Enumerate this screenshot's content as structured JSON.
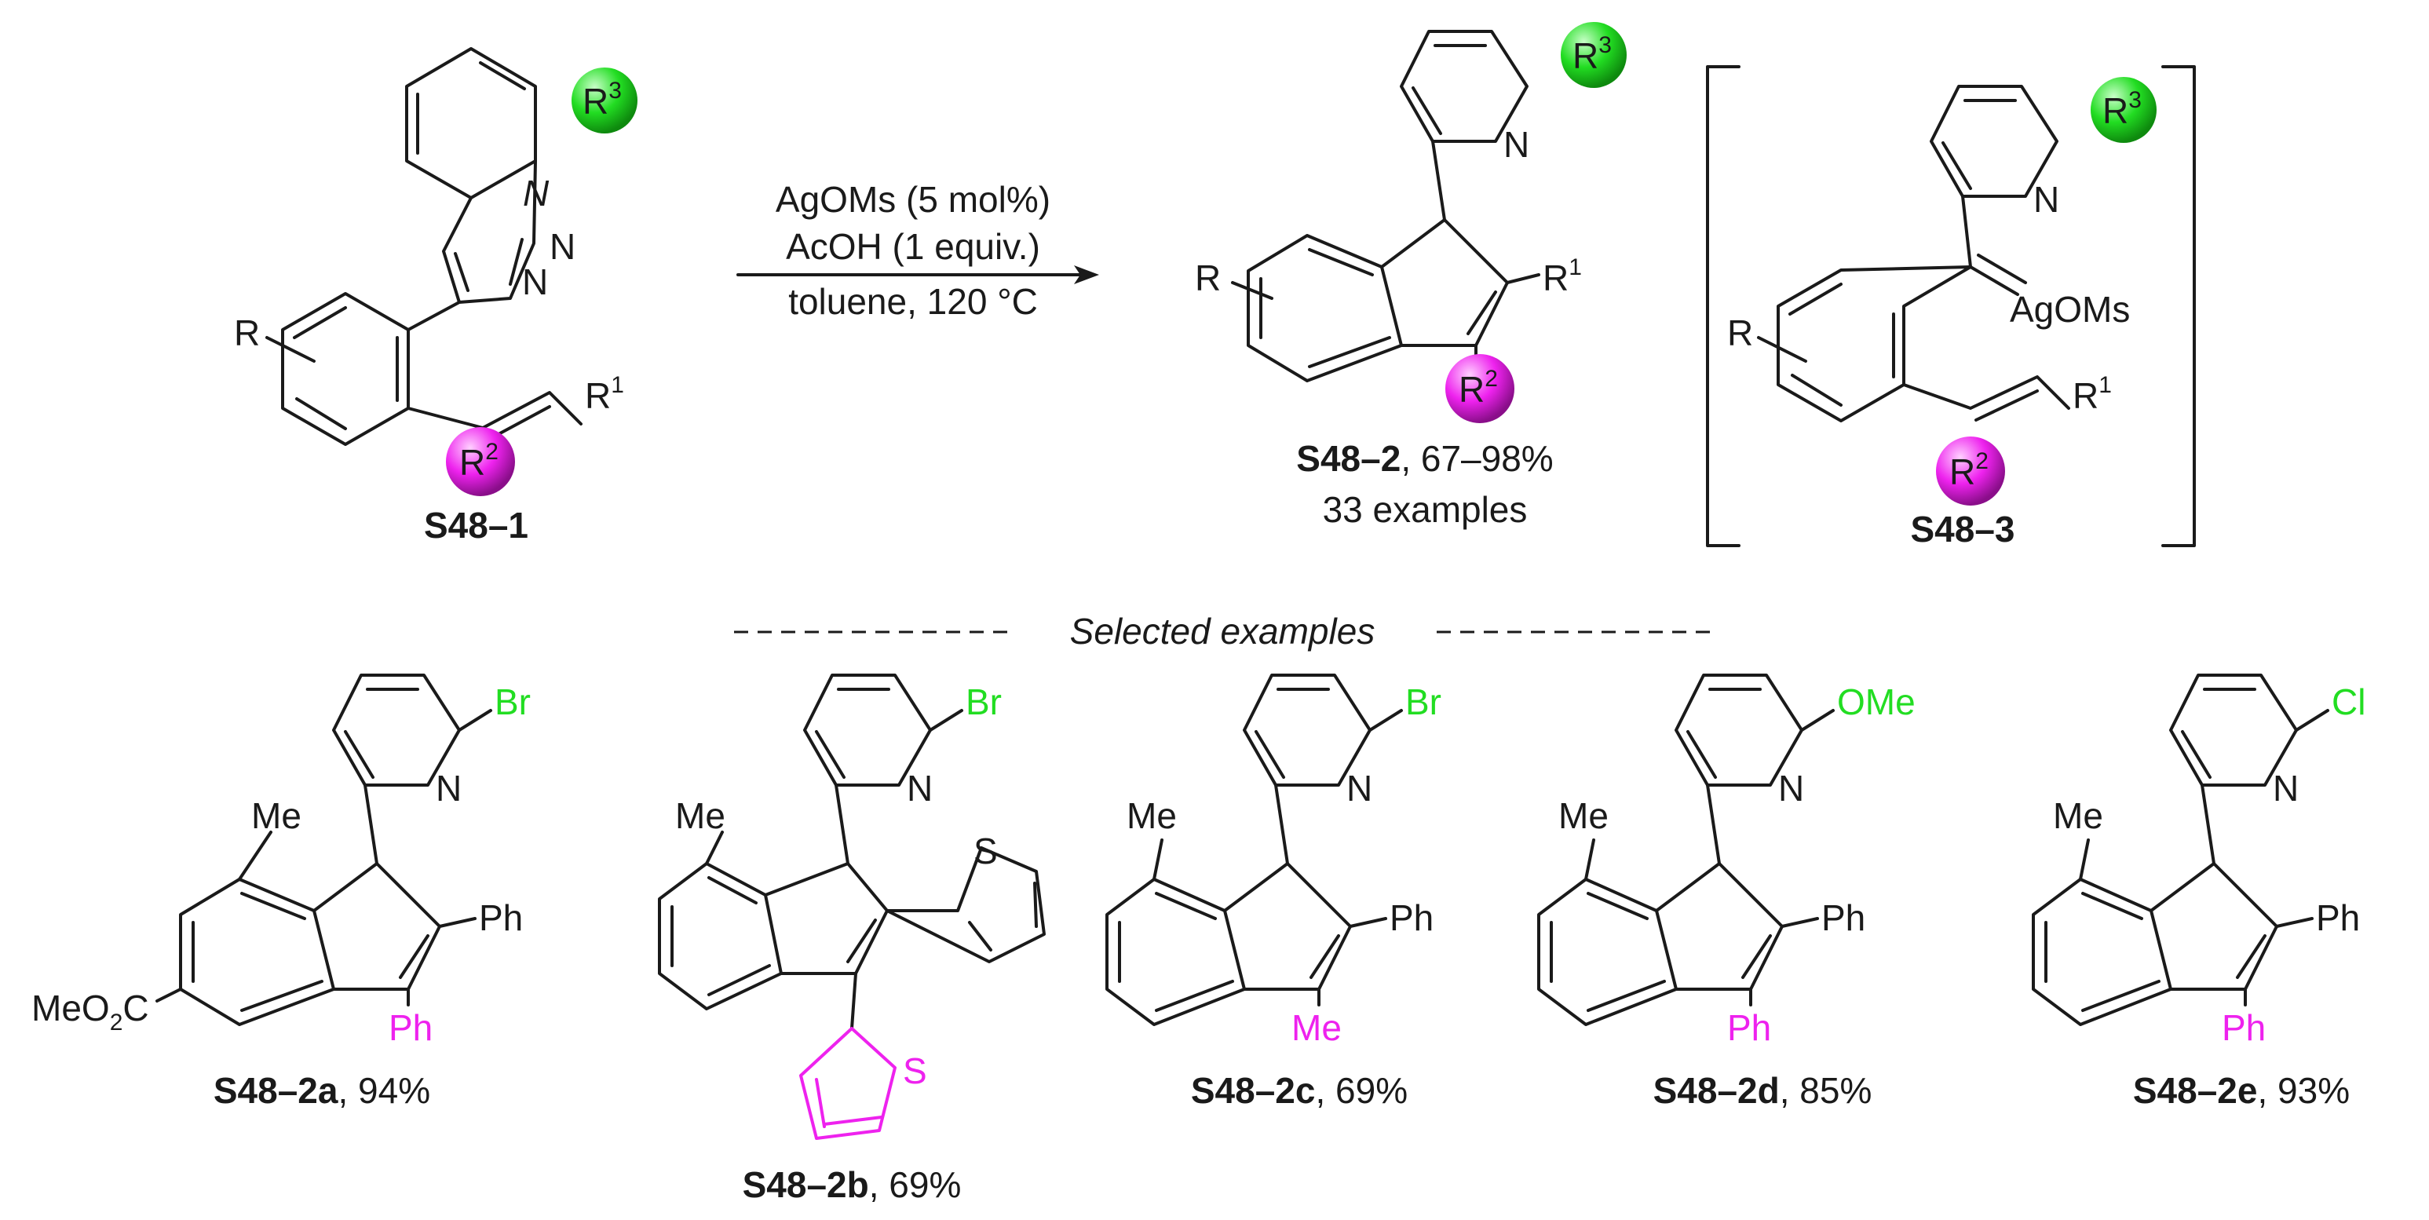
{
  "colors": {
    "bond": "#1a1a1a",
    "r3_sphere": "#22dd22",
    "r2_sphere": "#ee22ee",
    "r3_substituent_text": "#22dd22",
    "r2_substituent_text": "#ee22ee"
  },
  "reaction": {
    "reagent_line1": "AgOMs (5 mol%)",
    "reagent_line2": "AcOH (1 equiv.)",
    "conditions": "toluene, 120 °C"
  },
  "substrate": {
    "label": "S48–1",
    "group_R": "R",
    "atom_N1": "N",
    "atom_N2": "N",
    "atom_N3": "N",
    "r1_base": "R",
    "r1_sup": "1",
    "r2_base": "R",
    "r2_sup": "2",
    "r3_base": "R",
    "r3_sup": "3"
  },
  "product": {
    "label": "S48–2",
    "yield_range": ", 67–98%",
    "examples_count": "33 examples",
    "group_R": "R",
    "atom_N": "N",
    "r1_base": "R",
    "r1_sup": "1",
    "r2_base": "R",
    "r2_sup": "2",
    "r3_base": "R",
    "r3_sup": "3"
  },
  "intermediate": {
    "label": "S48–3",
    "group_R": "R",
    "atom_N": "N",
    "metal": "AgOMs",
    "r1_base": "R",
    "r1_sup": "1",
    "r2_base": "R",
    "r2_sup": "2",
    "r3_base": "R",
    "r3_sup": "3"
  },
  "selected_examples_heading": "Selected examples",
  "examples": [
    {
      "id": "S48–2a",
      "yield": ", 94%",
      "r3": "Br",
      "r1": "Ph",
      "r2": "Ph",
      "methyl": "Me",
      "ester": "MeO",
      "ester_sub": "2",
      "ester_tail": "C",
      "atom_N": "N"
    },
    {
      "id": "S48–2b",
      "yield": ", 69%",
      "r3": "Br",
      "thiophene_S": "S",
      "thiophene_S2": "S",
      "methyl": "Me",
      "atom_N": "N"
    },
    {
      "id": "S48–2c",
      "yield": ", 69%",
      "r3": "Br",
      "r1": "Ph",
      "r2": "Me",
      "methyl": "Me",
      "atom_N": "N"
    },
    {
      "id": "S48–2d",
      "yield": ", 85%",
      "r3": "OMe",
      "r1": "Ph",
      "r2": "Ph",
      "methyl": "Me",
      "atom_N": "N"
    },
    {
      "id": "S48–2e",
      "yield": ", 93%",
      "r3": "Cl",
      "r1": "Ph",
      "r2": "Ph",
      "methyl": "Me",
      "atom_N": "N"
    }
  ]
}
